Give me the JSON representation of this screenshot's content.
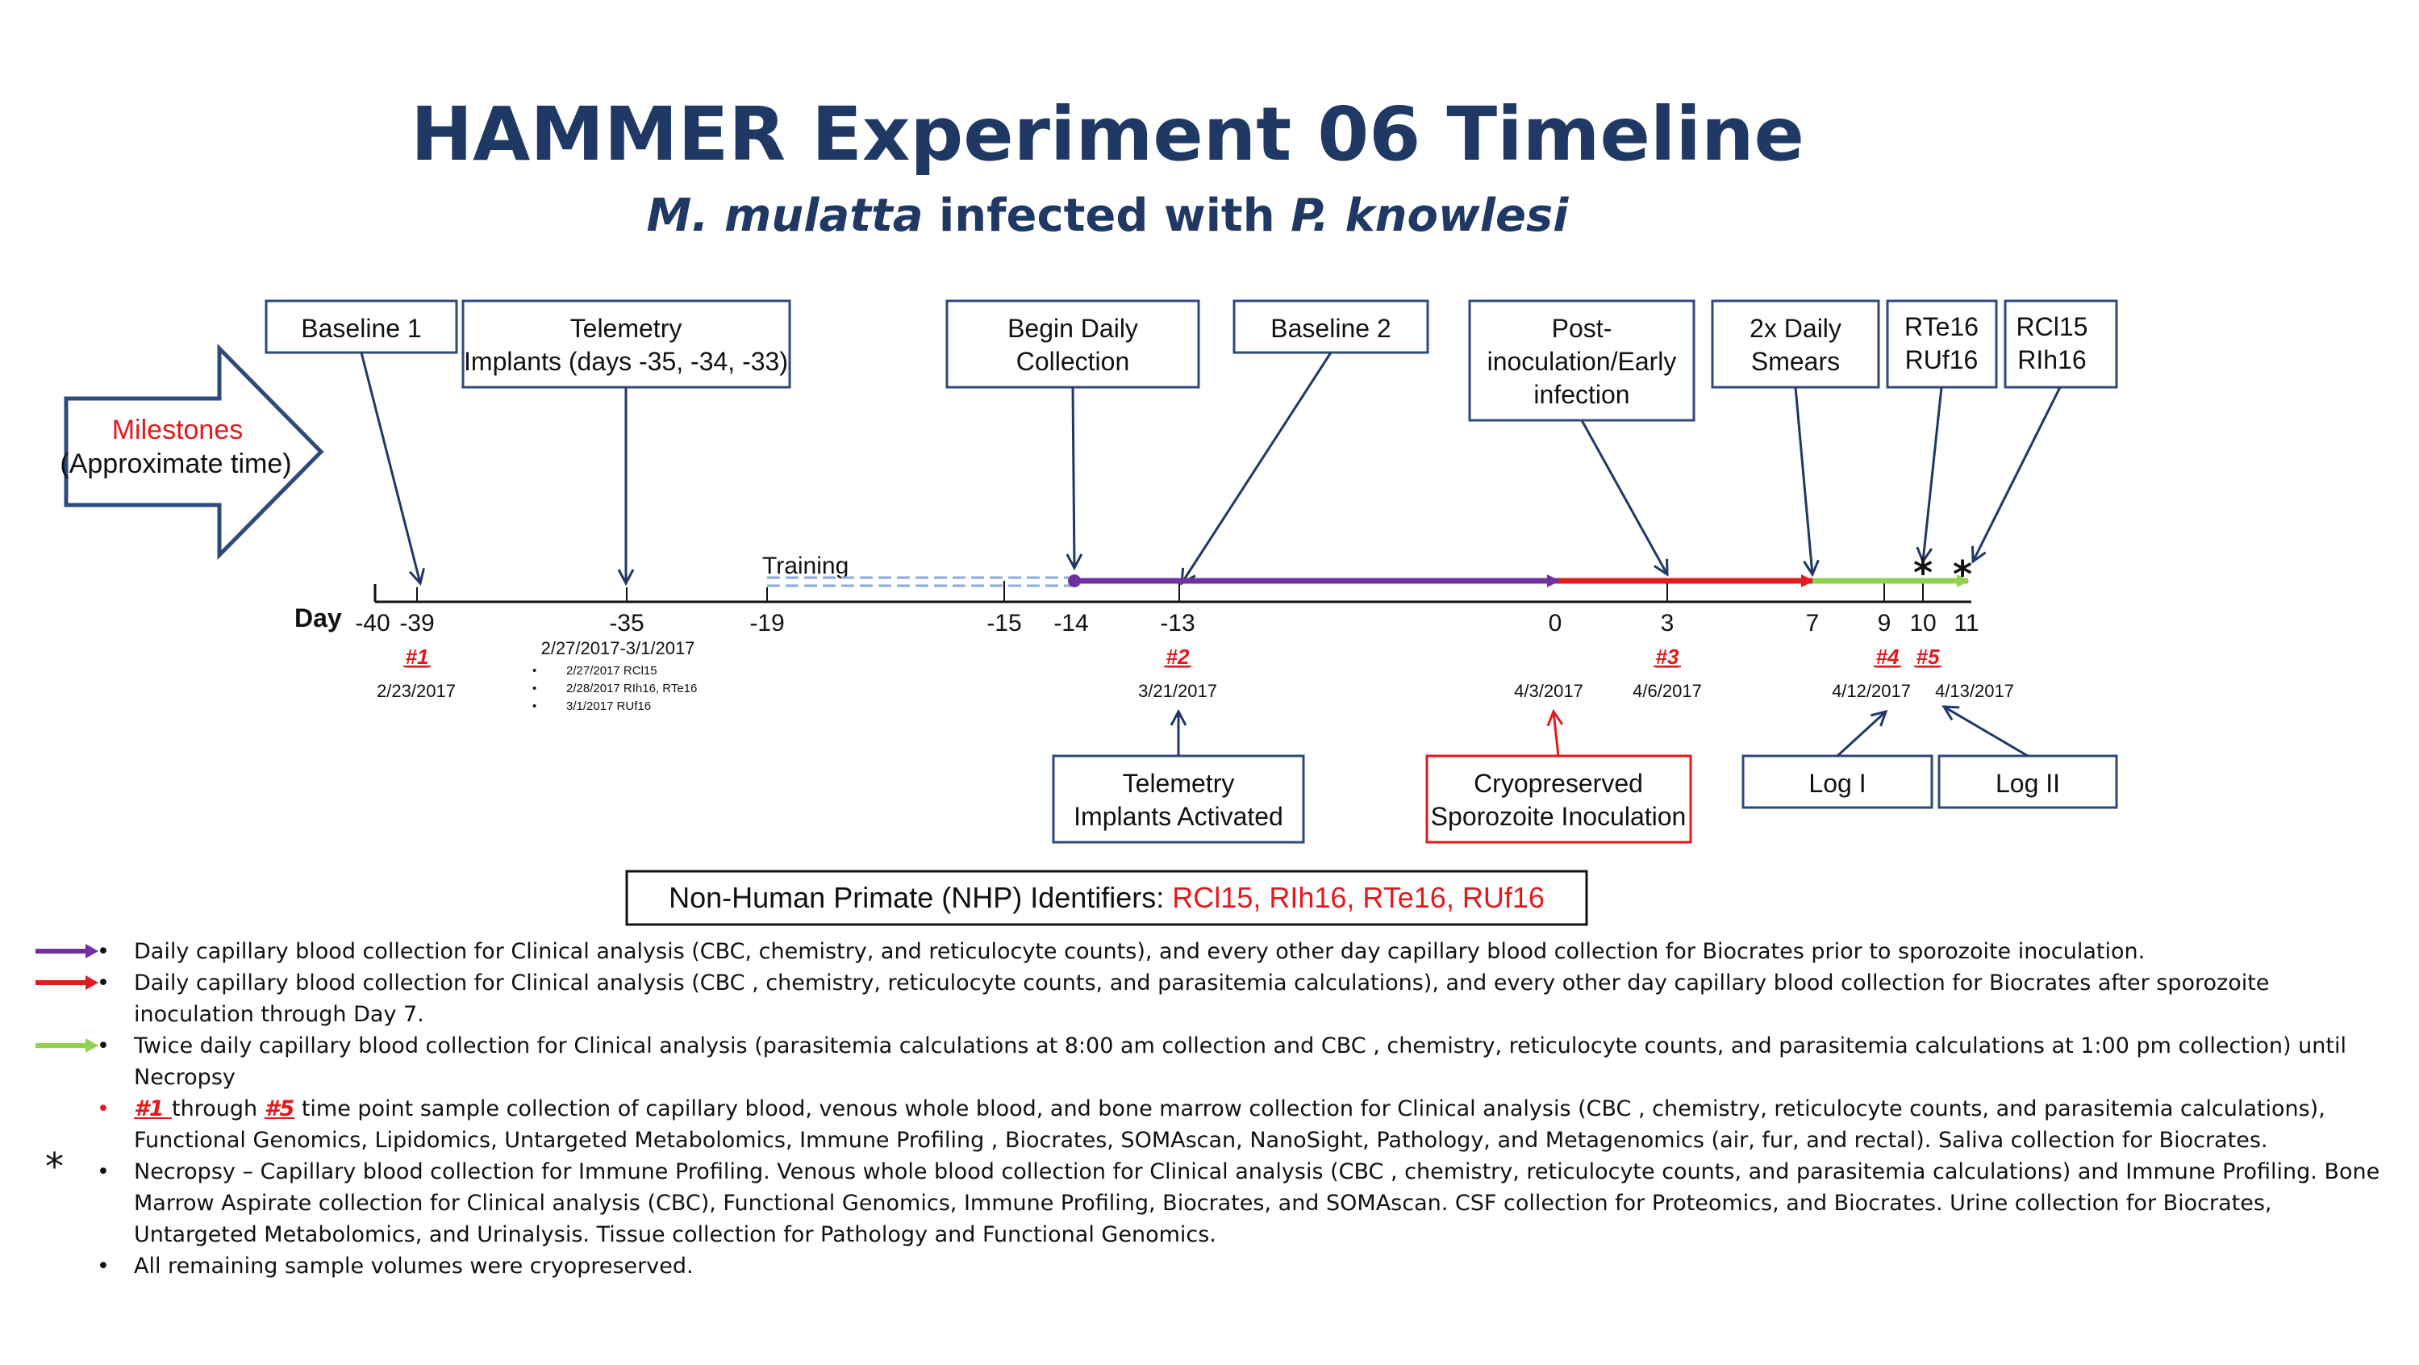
{
  "title": "HAMMER Experiment 06 Timeline",
  "subtitle": {
    "part1": "M. mulatta",
    "part2": " infected with ",
    "part3": "P. knowlesi"
  },
  "milestones": {
    "label": "Milestones",
    "sub": "(Approximate time)"
  },
  "day_label": "Day",
  "training_label": "Training",
  "top_boxes": [
    {
      "lines": [
        "Baseline 1"
      ]
    },
    {
      "lines": [
        "Telemetry",
        "Implants (days -35, -34, -33)"
      ]
    },
    {
      "lines": [
        "Begin Daily",
        "Collection"
      ]
    },
    {
      "lines": [
        "Baseline 2"
      ]
    },
    {
      "lines": [
        "Post-",
        "inoculation/Early",
        "infection"
      ]
    },
    {
      "lines": [
        "2x Daily",
        "Smears"
      ]
    },
    {
      "lines": [
        "RTe16",
        "RUf16"
      ]
    },
    {
      "lines": [
        "RCl15",
        "RIh16"
      ]
    }
  ],
  "bottom_boxes": [
    {
      "lines": [
        "Telemetry",
        "Implants Activated"
      ]
    },
    {
      "lines": [
        "Cryopreserved",
        "Sporozoite Inoculation"
      ]
    },
    {
      "lines": [
        "Log I"
      ]
    },
    {
      "lines": [
        "Log II"
      ]
    }
  ],
  "ticks": [
    "-40",
    "-39",
    "-35",
    "-19",
    "-15",
    "-14",
    "-13",
    "0",
    "3",
    "7",
    "9",
    "10",
    "11"
  ],
  "time_points": [
    "#1",
    "#2",
    "#3",
    "#4",
    "#5"
  ],
  "dates": {
    "d1": "2/23/2017",
    "d35": "2/27/2017-3/1/2017",
    "d35_items": [
      "2/27/2017 RCl15",
      "2/28/2017 RIh16, RTe16",
      "3/1/2017 RUf16"
    ],
    "d2": "3/21/2017",
    "d0": "4/3/2017",
    "d3": "4/6/2017",
    "d4": "4/12/2017",
    "d5": "4/13/2017"
  },
  "nhp": {
    "label": "Non-Human Primate (NHP) Identifiers: ",
    "ids": "RCl15, RIh16, RTe16, RUf16"
  },
  "notes": {
    "n1": "Daily capillary blood collection for Clinical analysis (CBC, chemistry, and reticulocyte counts), and every other day capillary blood collection for Biocrates prior to sporozoite inoculation.",
    "n2": "Daily capillary blood collection for Clinical analysis (CBC , chemistry, reticulocyte counts, and parasitemia calculations), and every other day capillary blood collection for Biocrates after sporozoite inoculation through Day 7.",
    "n3": "Twice daily capillary blood collection for Clinical analysis (parasitemia calculations at 8:00 am collection and CBC , chemistry, reticulocyte counts, and parasitemia calculations at 1:00 pm collection) until Necropsy",
    "n4_a": "#1 ",
    "n4_b": "through ",
    "n4_c": "#5",
    "n4_d": " time point sample collection of capillary blood, venous whole blood, and bone marrow collection for Clinical analysis (CBC , chemistry, reticulocyte counts, and parasitemia calculations), Functional Genomics, Lipidomics, Untargeted Metabolomics, Immune Profiling , Biocrates, SOMAscan, NanoSight, Pathology, and Metagenomics (air, fur, and rectal). Saliva collection for Biocrates.",
    "n5": "Necropsy – Capillary blood collection for Immune Profiling. Venous whole blood collection for Clinical analysis (CBC , chemistry, reticulocyte counts, and parasitemia calculations) and Immune Profiling. Bone Marrow Aspirate collection for Clinical analysis (CBC), Functional Genomics, Immune Profiling, Biocrates, and SOMAscan. CSF collection for Proteomics, and Biocrates. Urine collection for Biocrates, Untargeted Metabolomics, and Urinalysis.  Tissue collection for Pathology and Functional Genomics.",
    "n6": "All remaining sample volumes were cryopreserved.",
    "bullet": "•",
    "star": "*"
  },
  "colors": {
    "navy": "#1f3864",
    "box_border": "#2e4a7a",
    "red": "#e3191c",
    "purple": "#7030a0",
    "green": "#92d050",
    "dashed": "#8eaadb"
  }
}
